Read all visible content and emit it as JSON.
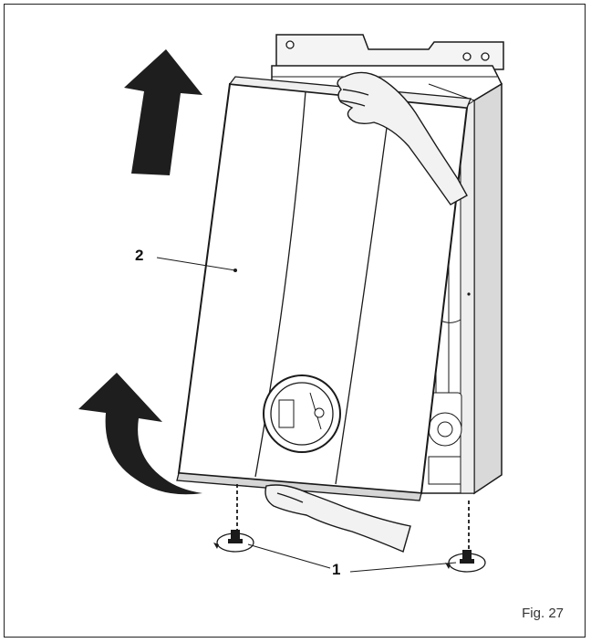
{
  "figure": {
    "caption": "Fig. 27",
    "callouts": {
      "front_panel": "2",
      "fixing_screws": "1"
    }
  },
  "colors": {
    "outline": "#1a1a1a",
    "panel": "#ffffff",
    "casing_side": "#d9d9d9",
    "arrow": "#1e1e1e",
    "skin": "#f2f2f2"
  },
  "icons": {
    "lift_arrow": "arrow-up-icon",
    "rotate_arrow": "curved-arrow-icon",
    "screw": "screw-icon"
  }
}
